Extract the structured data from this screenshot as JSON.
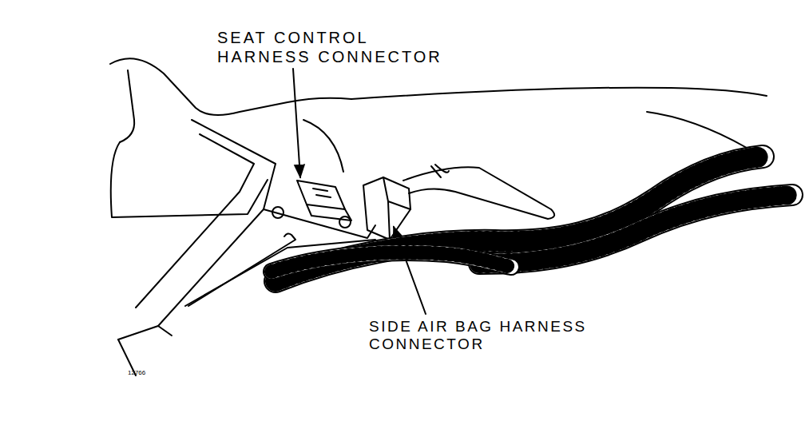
{
  "diagram": {
    "labels": [
      "SEAT CONTROL HARNESS CONNECTOR",
      "SIDE AIR BAG HARNESS CONNECTOR",
      "12766"
    ]
  }
}
